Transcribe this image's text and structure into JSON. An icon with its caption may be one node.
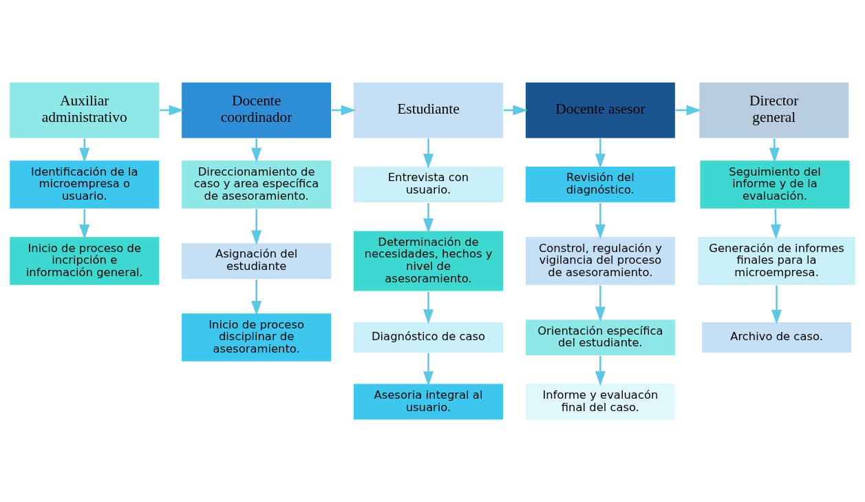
{
  "diagram": {
    "nodes": [
      {
        "text": [
          "Auxiliar administrativo"
        ]
      },
      {
        "text": [
          "Docente coordinador"
        ]
      },
      {
        "text": [
          "Estudiante"
        ]
      },
      {
        "text": [
          "Docente asesor"
        ]
      },
      {
        "text": [
          "Director general"
        ]
      },
      {
        "text": [
          "Identificación de la microempresa o usuario."
        ]
      },
      {
        "text": [
          "Inicio de proceso de incripción e información general."
        ]
      },
      {
        "text": [
          "Direccionamiento de caso y area específica de asesoramiento."
        ]
      },
      {
        "text": [
          "Asignación del estudiante"
        ]
      },
      {
        "text": [
          "Inicio de proceso disciplinar de asesoramiento."
        ]
      },
      {
        "text": [
          "Entrevista con usuario."
        ]
      },
      {
        "text": [
          "Determinación de necesidades, hechos y nivel de asesoramiento."
        ]
      },
      {
        "text": [
          "Diagnóstico de caso"
        ]
      },
      {
        "text": [
          "Asesoria integral al usuario."
        ]
      },
      {
        "text": [
          "Revisión del diagnóstico."
        ]
      },
      {
        "text": [
          "Constrol, regulación y vigilancia del proceso de asesoramiento."
        ]
      },
      {
        "text": [
          "Orientación específica del estudiante."
        ]
      },
      {
        "text": [
          "Informe y evaluacón final del caso."
        ]
      },
      {
        "text": [
          "Seguimiento del informe y de la evaluación."
        ]
      },
      {
        "text": [
          "Generación de informes finales para la microempresa."
        ]
      },
      {
        "text": [
          "Archivo de caso."
        ]
      }
    ],
    "edges": [
      {
        "from": 0,
        "to": 1,
        "arrow": "to"
      },
      {
        "from": 1,
        "to": 2,
        "arrow": "to"
      },
      {
        "from": 2,
        "to": 3,
        "arrow": "to"
      },
      {
        "from": 3,
        "to": 4,
        "arrow": "to"
      },
      {
        "from": 0,
        "to": 5,
        "arrow": "to"
      },
      {
        "from": 5,
        "to": 6,
        "arrow": "to"
      },
      {
        "from": 1,
        "to": 7,
        "arrow": "to"
      },
      {
        "from": 7,
        "to": 8,
        "arrow": "to"
      },
      {
        "from": 8,
        "to": 9,
        "arrow": "to"
      },
      {
        "from": 2,
        "to": 10,
        "arrow": "to"
      },
      {
        "from": 10,
        "to": 11,
        "arrow": "to"
      },
      {
        "from": 11,
        "to": 12,
        "arrow": "to"
      },
      {
        "from": 12,
        "to": 13,
        "arrow": "to"
      },
      {
        "from": 3,
        "to": 14,
        "arrow": "to"
      },
      {
        "from": 14,
        "to": 15,
        "arrow": "to"
      },
      {
        "from": 15,
        "to": 16,
        "arrow": "to"
      },
      {
        "from": 16,
        "to": 17,
        "arrow": "to"
      },
      {
        "from": 4,
        "to": 18,
        "arrow": "to"
      },
      {
        "from": 18,
        "to": 19,
        "arrow": "to"
      },
      {
        "from": 19,
        "to": 20,
        "arrow": "to"
      }
    ]
  }
}
